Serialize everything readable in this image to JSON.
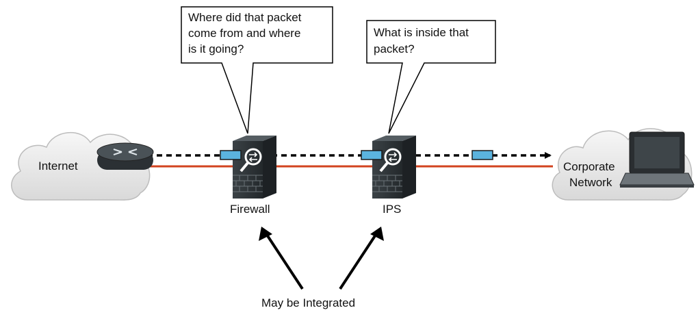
{
  "callouts": {
    "firewall_question": [
      "Where did that packet",
      "come from and where",
      "is it going?"
    ],
    "ips_question": [
      "What is inside that",
      "packet?"
    ]
  },
  "nodes": {
    "internet_label": "Internet",
    "corporate_label": [
      "Corporate",
      "Network"
    ],
    "firewall_label": "Firewall",
    "ips_label": "IPS"
  },
  "bottom_caption": "May be Integrated",
  "colors": {
    "link_line": "#d2431f",
    "packet_fill": "#5bb3de",
    "device_dark": "#2e3438",
    "cloud_fill": "#eeeeee",
    "cloud_stroke": "#bcbcbc"
  },
  "icons": [
    "cloud-icon",
    "router-icon",
    "firewall-icon",
    "ips-icon",
    "laptop-icon",
    "packet-icon"
  ]
}
